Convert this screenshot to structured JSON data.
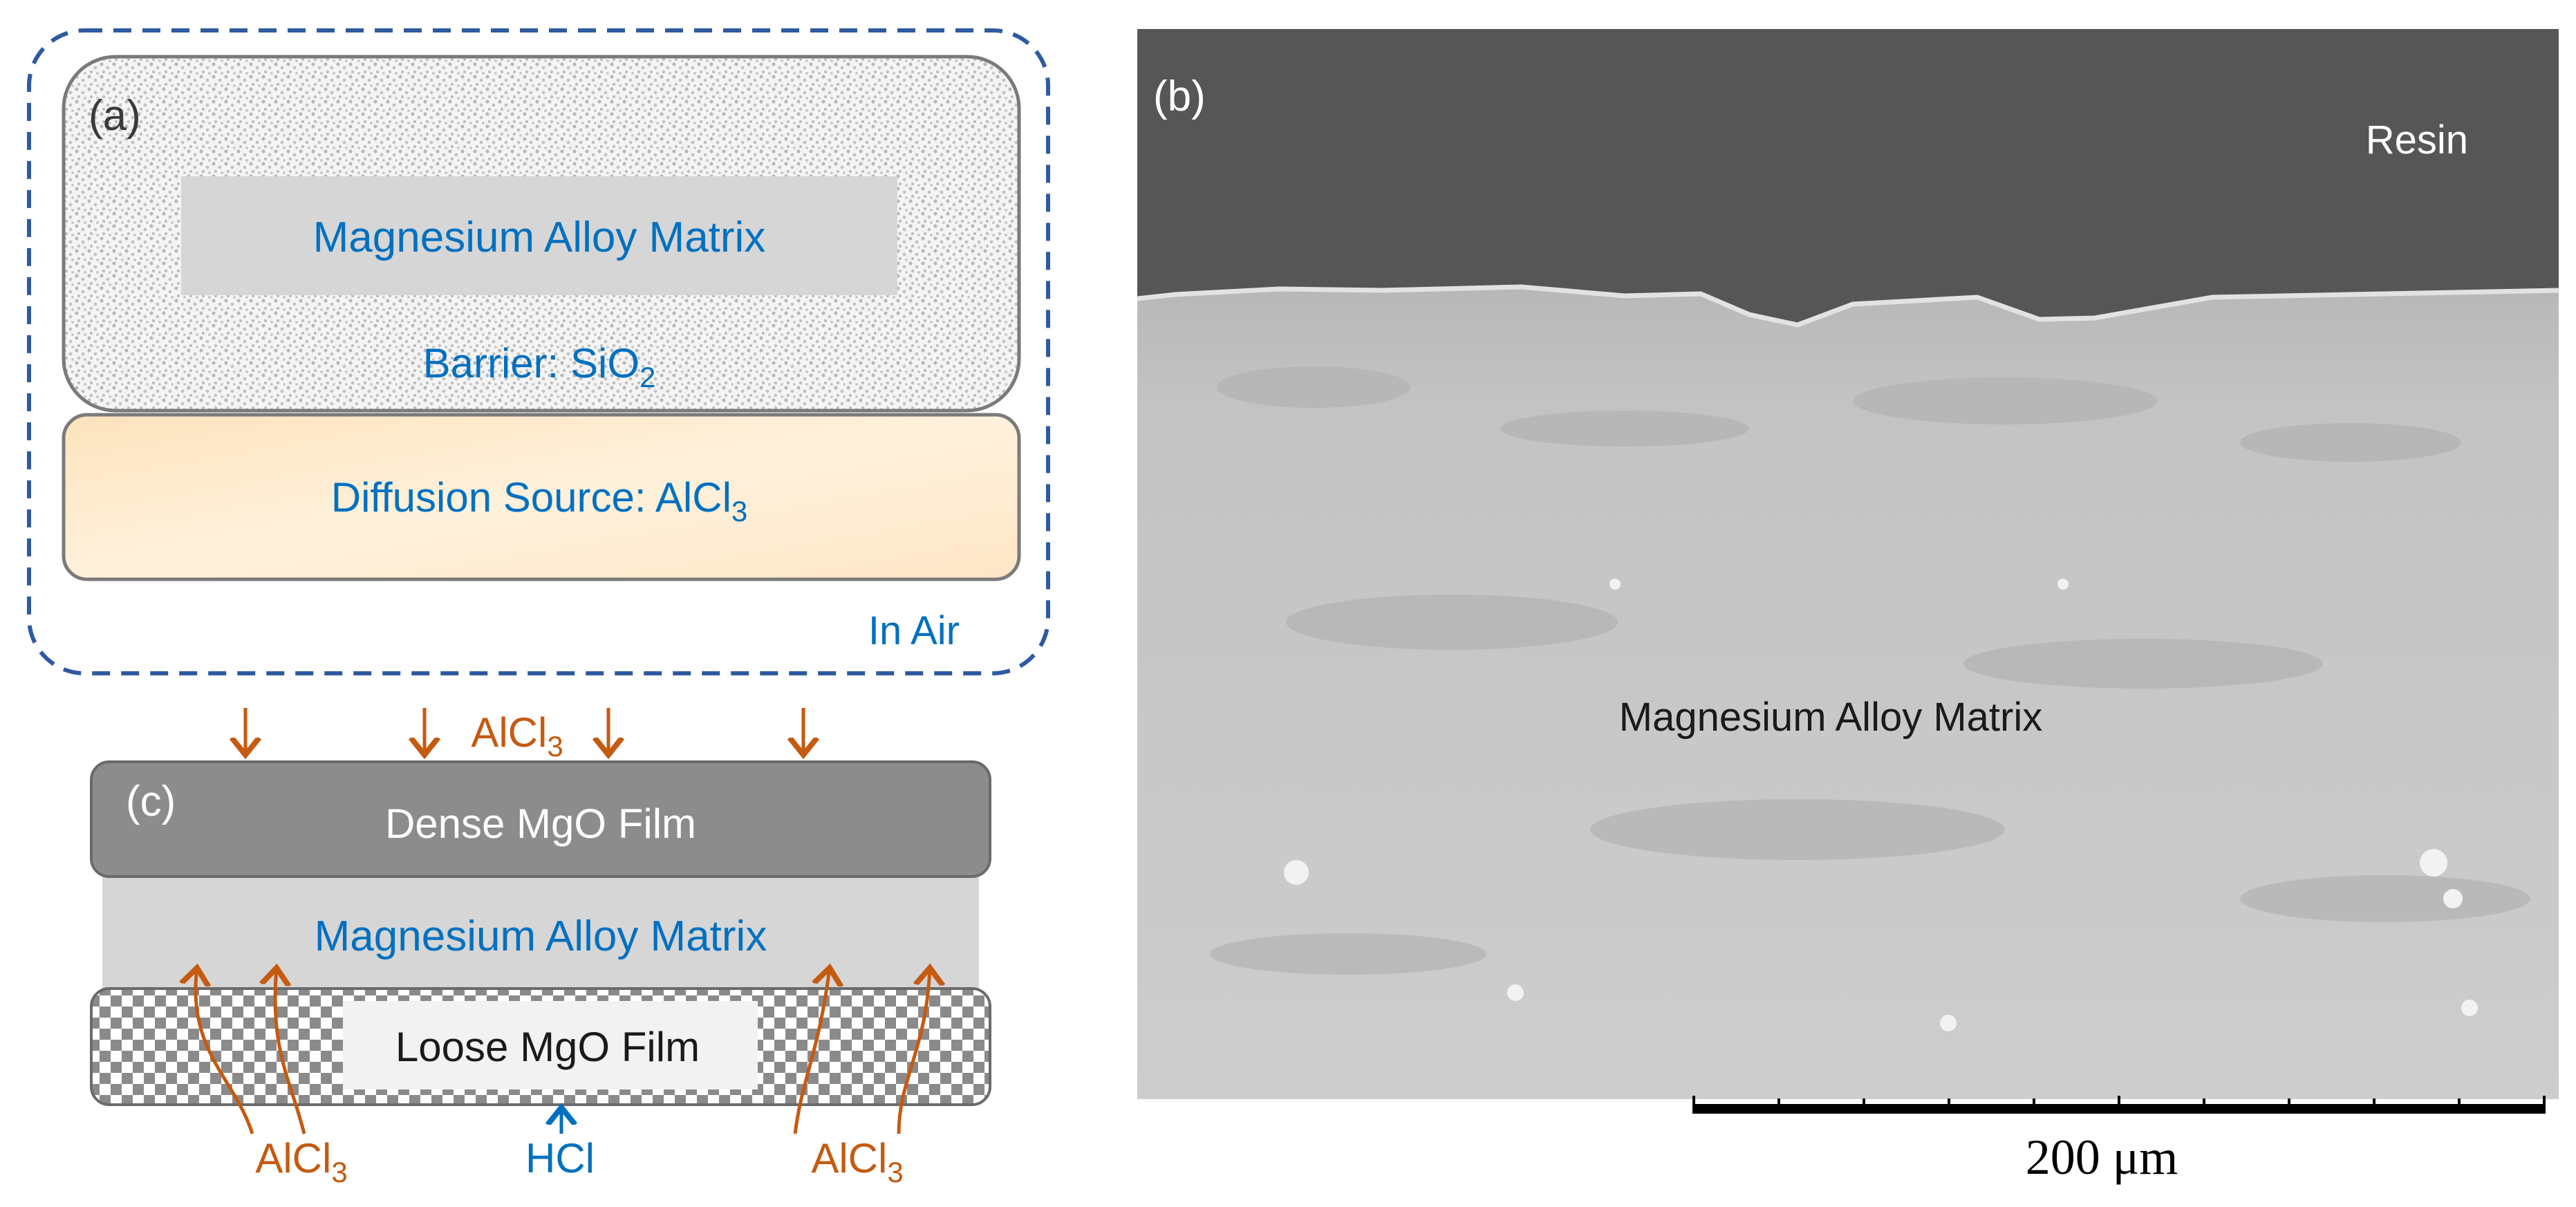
{
  "panel_a": {
    "label": "(a)",
    "matrix": "Magnesium Alloy Matrix",
    "barrier": {
      "text": "Barrier: SiO",
      "sub": "2"
    },
    "source": {
      "text": "Diffusion Source: AlCl",
      "sub": "3"
    },
    "environment": "In Air"
  },
  "panel_b": {
    "label": "(b)",
    "resin": "Resin",
    "matrix": "Magnesium Alloy Matrix",
    "scale": "200 μm"
  },
  "panel_c": {
    "label": "(c)",
    "dense_film": "Dense MgO Film",
    "matrix": "Magnesium Alloy Matrix",
    "loose_film": "Loose MgO Film",
    "top_gas": {
      "text": "AlCl",
      "sub": "3"
    },
    "bottom_left_gas": {
      "text": "AlCl",
      "sub": "3"
    },
    "bottom_right_gas": {
      "text": "AlCl",
      "sub": "3"
    },
    "hcl": "HCl"
  },
  "colors": {
    "blue_text": "#0070c0",
    "orange": "#c55a11",
    "dashed_border": "#2e5aa0",
    "dense_film": "#8c8c8c",
    "source_fill": "#fde8c8",
    "resin": "#565656"
  }
}
